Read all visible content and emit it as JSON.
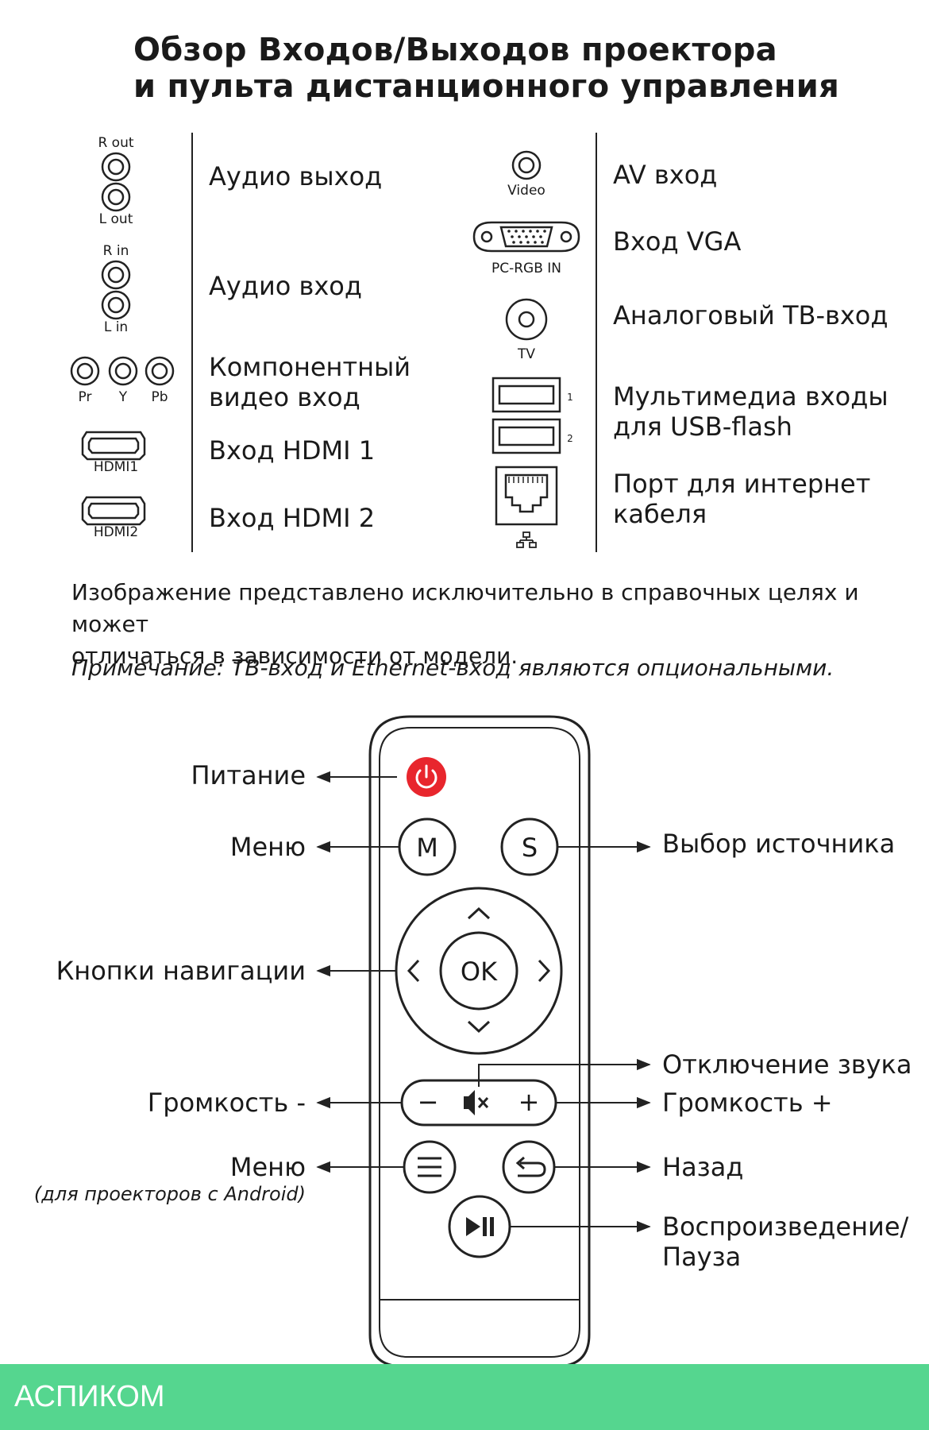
{
  "title": {
    "line1": "Обзор Входов/Выходов проектора",
    "line2": "и пульта дистанционного управления"
  },
  "ports_left": {
    "audio_out": {
      "cap_top": "R out",
      "cap_bottom": "L out",
      "label": "Аудио выход"
    },
    "audio_in": {
      "cap_top": "R in",
      "cap_bottom": "L in",
      "label": "Аудио вход"
    },
    "component": {
      "caps": [
        "Pr",
        "Y",
        "Pb"
      ],
      "label_line1": "Компонентный",
      "label_line2": "видео вход"
    },
    "hdmi1": {
      "cap": "HDMI1",
      "label": "Вход HDMI 1"
    },
    "hdmi2": {
      "cap": "HDMI2",
      "label": "Вход HDMI 2"
    }
  },
  "ports_right": {
    "av": {
      "cap": "Video",
      "label": "AV вход"
    },
    "vga": {
      "cap": "PC-RGB IN",
      "label": "Вход VGA"
    },
    "tv": {
      "cap": "TV",
      "label": "Аналоговый ТВ-вход"
    },
    "usb": {
      "num1": "1",
      "num2": "2",
      "label_line1": "Мультимедиа входы",
      "label_line2": "для USB-flash"
    },
    "lan": {
      "label_line1": "Порт для интернет",
      "label_line2": "кабеля"
    }
  },
  "notes": {
    "line1": "Изображение представлено исключительно в справочных целях и может",
    "line2": "отличаться в зависимости от модели.",
    "remark": "Примечание: ТВ-вход и Ethernet-вход являются опциональными."
  },
  "remote": {
    "buttons": {
      "m": "M",
      "s": "S",
      "ok": "OK",
      "vol_minus": "−",
      "vol_plus": "+"
    },
    "labels": {
      "power": "Питание",
      "menu": "Меню",
      "source": "Выбор источника",
      "nav": "Кнопки навигации",
      "mute": "Отключение звука",
      "vol_down": "Громкость -",
      "vol_up": "Громкость +",
      "menu_android": "Меню",
      "menu_android_sub": "(для проекторов с Android)",
      "back": "Назад",
      "play_line1": "Воспроизведение/",
      "play_line2": "Пауза"
    }
  },
  "colors": {
    "power": "#e8262d",
    "footer": "#55d68f",
    "ink": "#1a1a1a"
  },
  "footer": {
    "brand": "АСПИКОМ"
  }
}
